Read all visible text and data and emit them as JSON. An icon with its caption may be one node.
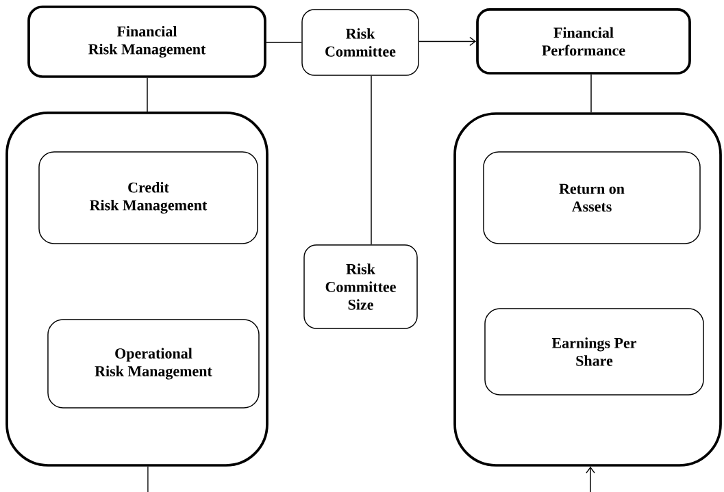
{
  "diagram": {
    "nodes": [
      {
        "text": [
          "Financial Risk Management"
        ]
      },
      {
        "text": [],
        "shape": "box"
      },
      {
        "text": [
          "Credit Risk Management"
        ],
        "in": 1
      },
      {
        "text": [
          "Operational Risk Management"
        ],
        "in": 1
      },
      {
        "text": [
          "Risk Committee"
        ]
      },
      {
        "text": [
          "Risk Committee Size"
        ]
      },
      {
        "text": [
          "Financial Performance"
        ]
      },
      {
        "text": [],
        "shape": "box"
      },
      {
        "text": [
          "Return on Assets"
        ],
        "in": 7
      },
      {
        "text": [
          "Earnings Per Share"
        ],
        "in": 7
      }
    ],
    "edges": [
      {
        "from": 0,
        "to": 4,
        "arrow": "none"
      },
      {
        "from": 4,
        "to": 6,
        "arrow": "to"
      },
      {
        "from": 0,
        "to": 1,
        "arrow": "none"
      },
      {
        "from": 4,
        "to": 5,
        "arrow": "none"
      },
      {
        "from": 6,
        "to": 7,
        "arrow": "none"
      },
      {
        "from": 1,
        "to": null,
        "arrow": "none"
      },
      {
        "from": null,
        "to": 7,
        "arrow": "to"
      }
    ]
  }
}
